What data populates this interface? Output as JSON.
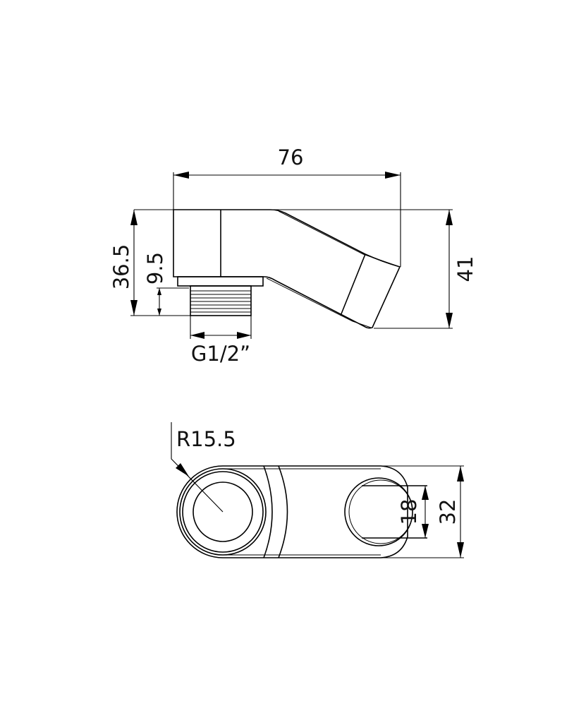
{
  "drawing": {
    "side_view": {
      "length_label": "76",
      "height_label": "41",
      "inlet_height_label": "36.5",
      "thread_length_label": "9.5",
      "thread_label": "G1/2”"
    },
    "top_view": {
      "radius_label": "R15.5",
      "outlet_diameter_label": "18",
      "width_label": "32"
    },
    "colors": {
      "line": "#000000",
      "background": "#ffffff"
    }
  }
}
